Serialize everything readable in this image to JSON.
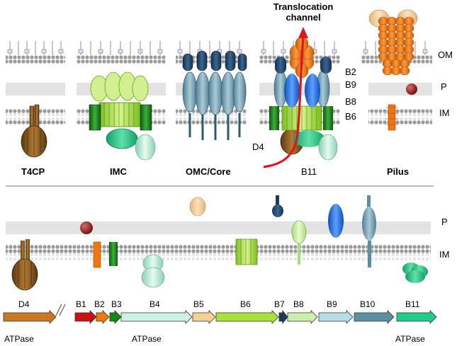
{
  "title": "Translocation channel",
  "layers": {
    "om": "OM",
    "p": "P",
    "im": "IM"
  },
  "top_components": [
    {
      "label": "T4CP"
    },
    {
      "label": "IMC"
    },
    {
      "label": "OMC/Core"
    },
    {
      "label": "B11"
    },
    {
      "label": "Pilus"
    }
  ],
  "assembly_labels": {
    "b2": "B2",
    "b9": "B9",
    "b8": "B8",
    "b6": "B6",
    "d4": "D4"
  },
  "bottom": {
    "layer_p": "P",
    "layer_im": "IM",
    "genes": [
      {
        "label": "D4",
        "color": "#CC7722"
      },
      {
        "label": "B1",
        "color": "#CC1111"
      },
      {
        "label": "B2",
        "color": "#EE7711"
      },
      {
        "label": "B3",
        "color": "#118811"
      },
      {
        "label": "B4",
        "color": "#CCF2E6"
      },
      {
        "label": "B5",
        "color": "#F5CF95"
      },
      {
        "label": "B6",
        "color": "#A8E03C"
      },
      {
        "label": "B7",
        "color": "#1B3A5C"
      },
      {
        "label": "B8",
        "color": "#CCF0AA"
      },
      {
        "label": "B9",
        "color": "#B8DDE8"
      },
      {
        "label": "B10",
        "color": "#5A8FA0"
      },
      {
        "label": "B11",
        "color": "#22CC88"
      }
    ],
    "atpase_labels": [
      "ATPase",
      "ATPase",
      "ATPase"
    ]
  }
}
